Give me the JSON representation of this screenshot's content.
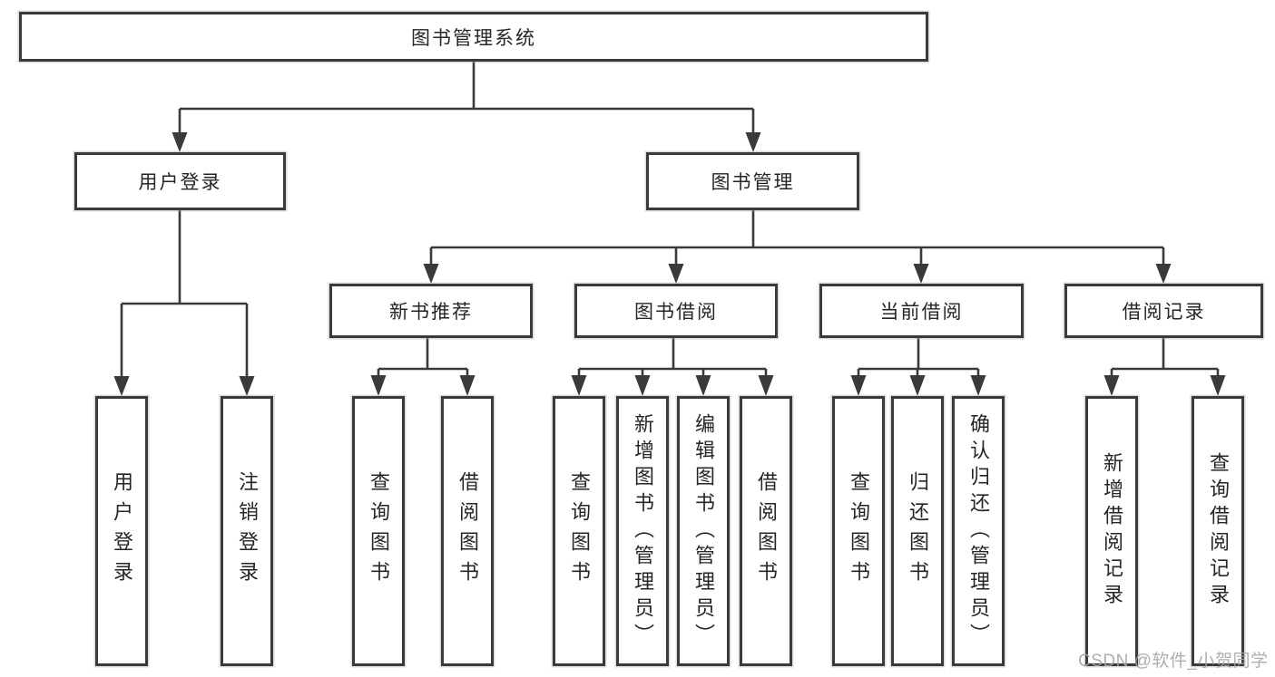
{
  "root": {
    "label": "图书管理系统"
  },
  "branches": [
    {
      "label": "用户登录",
      "children": [
        {
          "label": "用户登录"
        },
        {
          "label": "注销登录"
        }
      ]
    },
    {
      "label": "图书管理",
      "children": [
        {
          "label": "新书推荐",
          "children": [
            {
              "label": "查询图书"
            },
            {
              "label": "借阅图书"
            }
          ]
        },
        {
          "label": "图书借阅",
          "children": [
            {
              "label": "查询图书"
            },
            {
              "label": "新增图书（管理员）"
            },
            {
              "label": "编辑图书（管理员）"
            },
            {
              "label": "借阅图书"
            }
          ]
        },
        {
          "label": "当前借阅",
          "children": [
            {
              "label": "查询图书"
            },
            {
              "label": "归还图书"
            },
            {
              "label": "确认归还（管理员）"
            }
          ]
        },
        {
          "label": "借阅记录",
          "children": [
            {
              "label": "新增借阅记录"
            },
            {
              "label": "查询借阅记录"
            }
          ]
        }
      ]
    }
  ],
  "watermark": {
    "text": "CSDN @软件_小贺同学"
  },
  "colors": {
    "line": "#3a3a3a",
    "text": "#262626",
    "watermark": "#a5a5a5",
    "background": "#ffffff"
  }
}
